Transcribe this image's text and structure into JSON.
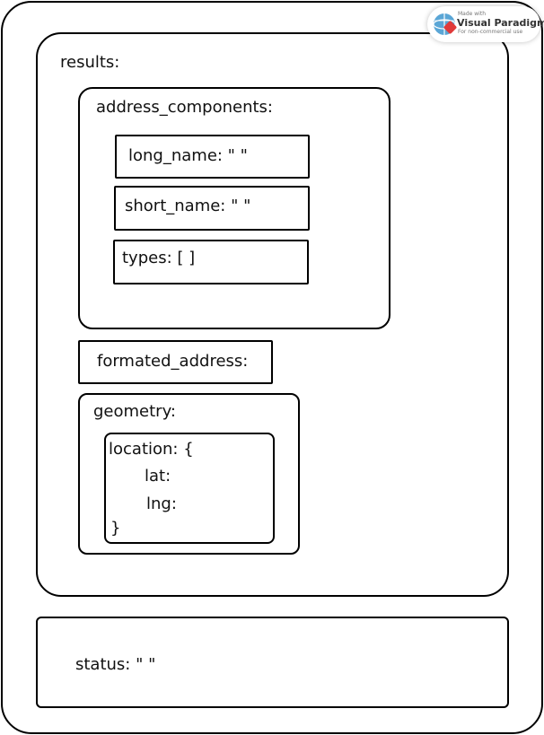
{
  "watermark": {
    "made_with": "Made with",
    "name": "Visual Paradigm",
    "note": "For non-commercial use"
  },
  "diagram": {
    "results": {
      "label": "results:"
    },
    "address_components": {
      "label": "address_components:",
      "long_name": "long_name: \" \"",
      "short_name": "short_name: \" \"",
      "types": "types: [ ]"
    },
    "formatted_address": {
      "label": "formated_address:"
    },
    "geometry": {
      "label": "geometry:",
      "location_open": "location: {",
      "lat": "lat:",
      "lng": "lng:",
      "location_close": "}"
    },
    "status": {
      "label": "status: \" \""
    }
  },
  "colors": {
    "stroke": "#000000",
    "background": "#ffffff"
  }
}
